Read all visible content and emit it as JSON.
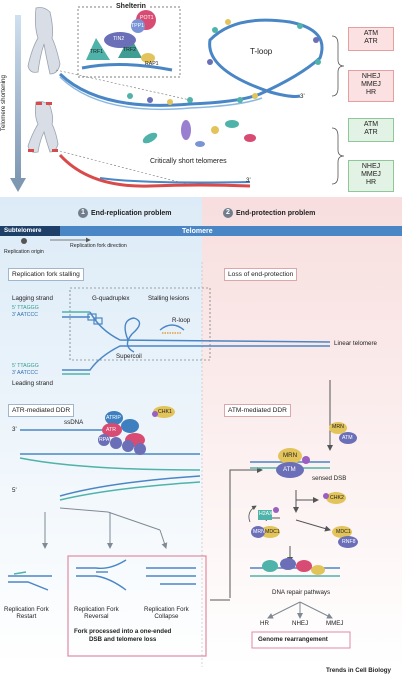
{
  "top": {
    "telomere_shortening": "Telomere shortening",
    "shelterin": "Shelterin",
    "proteins": {
      "pot1": "POT1",
      "tpp1": "TPP1",
      "tin2": "TIN2",
      "trf1": "TRF1",
      "trf2": "TRF2",
      "rap1": "RAP1"
    },
    "t_loop": "T-loop",
    "three_prime": "3'",
    "critically_short": "Critically short telomeres",
    "boxes": {
      "atm_atr_top": "ATM\nATR",
      "repair_top": "NHEJ\nMMEJ\nHR",
      "atm_atr_bottom": "ATM\nATR",
      "repair_bottom": "NHEJ\nMMEJ\nHR"
    }
  },
  "problems": {
    "end_replication": {
      "num": "1",
      "label": "End-replication problem"
    },
    "end_protection": {
      "num": "2",
      "label": "End-protection problem"
    }
  },
  "bar": {
    "subtelomere": "Subtelomere",
    "telomere": "Telomere",
    "fork_direction": "Replication fork direction",
    "origin": "Replication origin"
  },
  "left": {
    "fork_stalling": "Replication fork stalling",
    "lagging_strand": "Lagging strand",
    "seq_5": "5' TTAGGG",
    "seq_3": "3' AATCCC",
    "g_quadruplex": "G-quadruplex",
    "stalling_lesions": "Stalling lesions",
    "r_loop": "R-loop",
    "supercoil": "Supercoil",
    "seq_5b": "5' TTAGGG",
    "seq_3b": "3' AATCCC",
    "leading_strand": "Leading strand",
    "atr_ddr": "ATR-mediated DDR",
    "chk1": "CHK1",
    "atrip": "ATRIP",
    "atr": "ATR",
    "rpa": "RPA",
    "ssdna": "ssDNA",
    "three": "3'",
    "five": "5'",
    "restart": "Replication Fork\nRestart",
    "reversal": "Replication Fork\nReversal",
    "collapse": "Replication Fork\nCollapse",
    "processed": "Fork processed into a one-ended\nDSB and telomere loss"
  },
  "right": {
    "loss_protection": "Loss of end-protection",
    "linear_telomere": "Linear telomere",
    "atm_ddr": "ATM-mediated DDR",
    "mrn": "MRN",
    "atm": "ATM",
    "sensed_dsb": "sensed DSB",
    "h2ax": "H2AX",
    "mdc1": "MDC1",
    "chk2": "CHK2",
    "rnf8": "RNF8",
    "p": "P",
    "repair_pathways": "DNA repair pathways",
    "hr": "HR",
    "nhej": "NHEJ",
    "mmej": "MMEJ",
    "genome_rearrangement": "Genome rearrangement"
  },
  "journal": "Trends in Cell Biology",
  "colors": {
    "accent_blue": "#5b9bd5",
    "telomere_bar": "#4a86c5",
    "pink_box": "#fbe1e1",
    "green_box": "#e2f3e5",
    "teal_protein": "#4fb3a9",
    "purple_protein": "#6b6fb8"
  }
}
